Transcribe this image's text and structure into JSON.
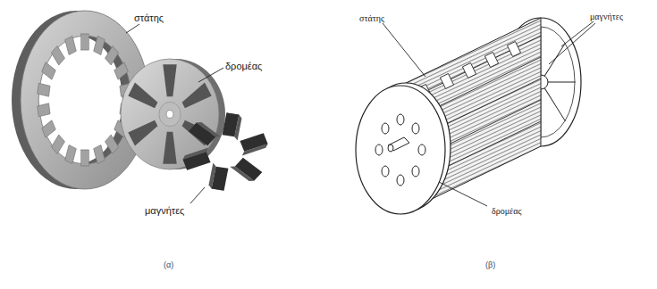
{
  "diagram": {
    "labels": [
      "στάτης",
      "δρομέας",
      "μαγνήτες",
      "(α)",
      "στάτης",
      "μαγνήτες",
      "δρομέας",
      "(β)"
    ]
  }
}
